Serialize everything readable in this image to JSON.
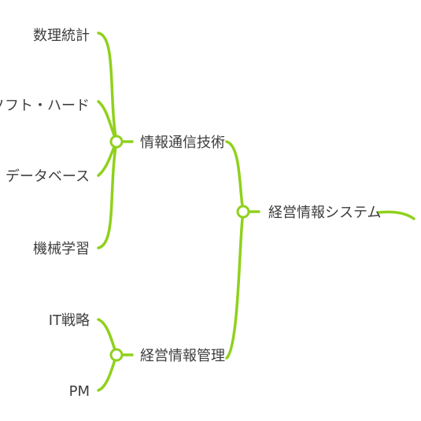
{
  "mindmap": {
    "root": "経営情報システム",
    "branches": [
      {
        "label": "情報通信技術",
        "children": [
          "数理統計",
          "ソフト・ハード",
          "データベース",
          "機械学習"
        ]
      },
      {
        "label": "経営情報管理",
        "children": [
          "IT戦略",
          "PM"
        ]
      }
    ],
    "colors": {
      "branch": "#8fd11c",
      "text": "#3d3d3d",
      "background": "#ffffff"
    }
  }
}
